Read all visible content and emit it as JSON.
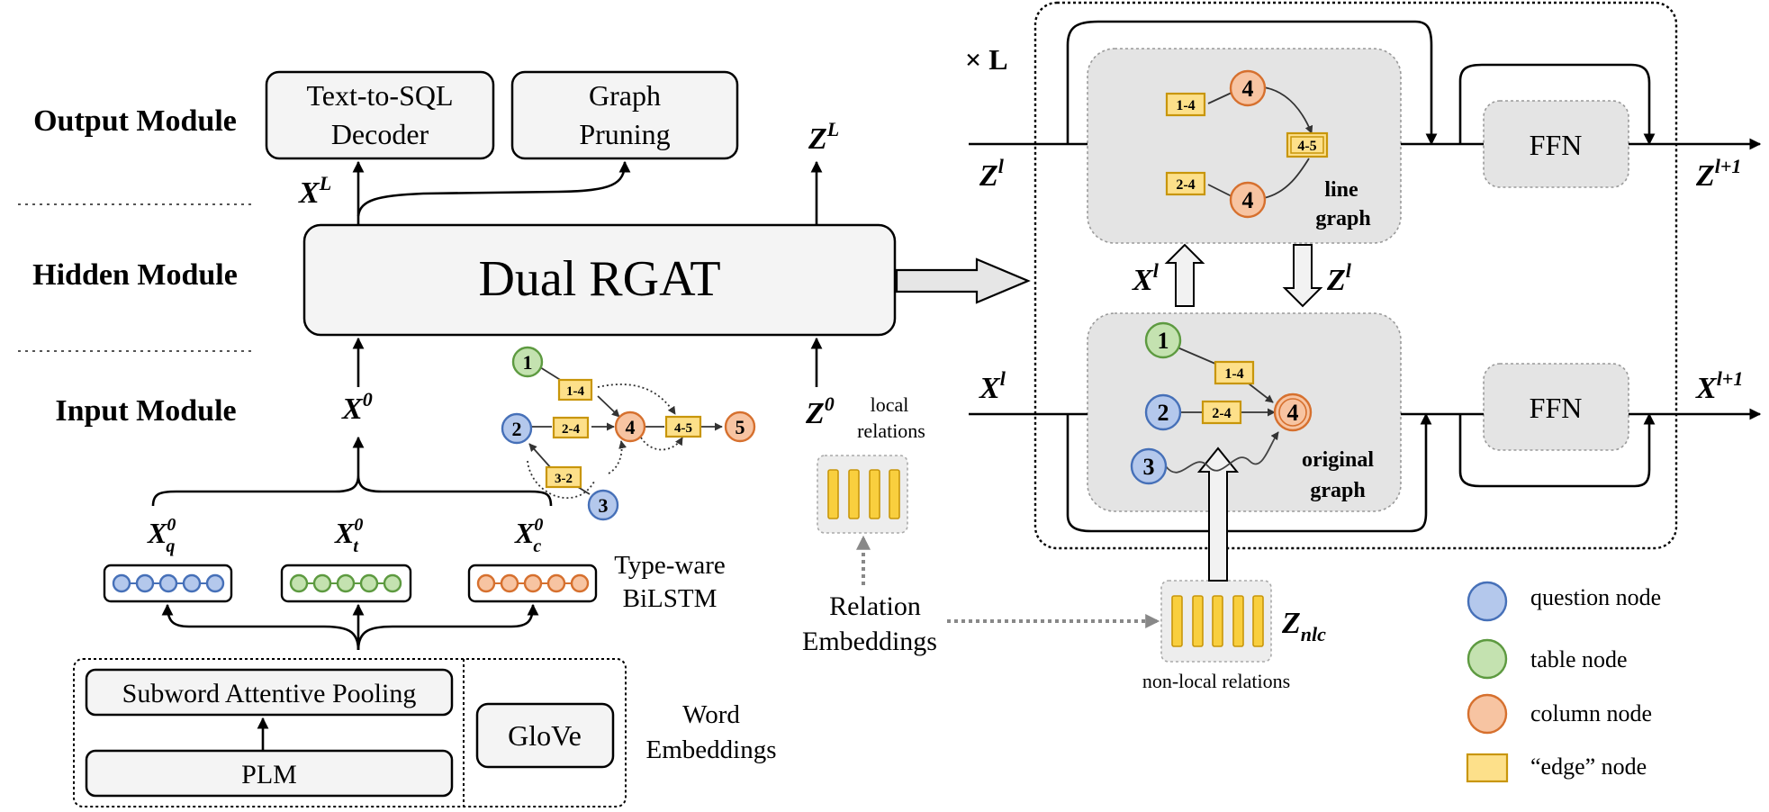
{
  "modules": {
    "output": "Output Module",
    "hidden": "Hidden Module",
    "input": "Input Module"
  },
  "boxes": {
    "decoder_line1": "Text-to-SQL",
    "decoder_line2": "Decoder",
    "pruning_line1": "Graph",
    "pruning_line2": "Pruning",
    "dual_rgat": "Dual RGAT",
    "subword_pooling": "Subword Attentive Pooling",
    "plm": "PLM",
    "glove": "GloVe",
    "ffn_top": "FFN",
    "ffn_bottom": "FFN"
  },
  "labels": {
    "typeware_line1": "Type-ware",
    "typeware_line2": "BiLSTM",
    "word_emb_line1": "Word",
    "word_emb_line2": "Embeddings",
    "local_rel_line1": "local",
    "local_rel_line2": "relations",
    "rel_emb_line1": "Relation",
    "rel_emb_line2": "Embeddings",
    "nonlocal_rel": "non-local relations",
    "line_graph_line1": "line",
    "line_graph_line2": "graph",
    "orig_graph_line1": "original",
    "orig_graph_line2": "graph",
    "times_L": "× L"
  },
  "math": {
    "XL": {
      "base": "X",
      "sup": "L",
      "sub": ""
    },
    "ZL": {
      "base": "Z",
      "sup": "L",
      "sub": ""
    },
    "X0": {
      "base": "X",
      "sup": "0",
      "sub": ""
    },
    "Z0": {
      "base": "Z",
      "sup": "0",
      "sub": ""
    },
    "Xq": {
      "base": "X",
      "sup": "0",
      "sub": "q"
    },
    "Xt": {
      "base": "X",
      "sup": "0",
      "sub": "t"
    },
    "Xc": {
      "base": "X",
      "sup": "0",
      "sub": "c"
    },
    "Zl_in": {
      "base": "Z",
      "sup": "l",
      "sub": ""
    },
    "Zl1_out": {
      "base": "Z",
      "sup": "l+1",
      "sub": ""
    },
    "Xl_in": {
      "base": "X",
      "sup": "l",
      "sub": ""
    },
    "Xl1_out": {
      "base": "X",
      "sup": "l+1",
      "sub": ""
    },
    "Xl_mid": {
      "base": "X",
      "sup": "l",
      "sub": ""
    },
    "Zl_mid": {
      "base": "Z",
      "sup": "l",
      "sub": ""
    },
    "Znlc": {
      "base": "Z",
      "sup": "",
      "sub": "nlc"
    }
  },
  "example_graph": {
    "nodes": [
      "1",
      "2",
      "3",
      "4",
      "5"
    ],
    "edges": [
      "1-4",
      "2-4",
      "3-2",
      "4-5"
    ]
  },
  "line_graph": {
    "edges": [
      "1-4",
      "2-4",
      "4-5"
    ],
    "nodes": [
      "4",
      "4"
    ]
  },
  "original_graph": {
    "nodes": [
      "1",
      "2",
      "3",
      "4"
    ],
    "edges": [
      "1-4",
      "2-4"
    ]
  },
  "legend": [
    {
      "label": "question node",
      "type": "question"
    },
    {
      "label": "table node",
      "type": "table"
    },
    {
      "label": "column node",
      "type": "column"
    },
    {
      "label": "“edge” node",
      "type": "edge"
    }
  ],
  "colors": {
    "question_fill": "#b4c8ec",
    "table_fill": "#c4e2b0",
    "column_fill": "#f7c4a2",
    "edge_fill": "#fde08a",
    "panel_fill": "#e4e4e4"
  }
}
